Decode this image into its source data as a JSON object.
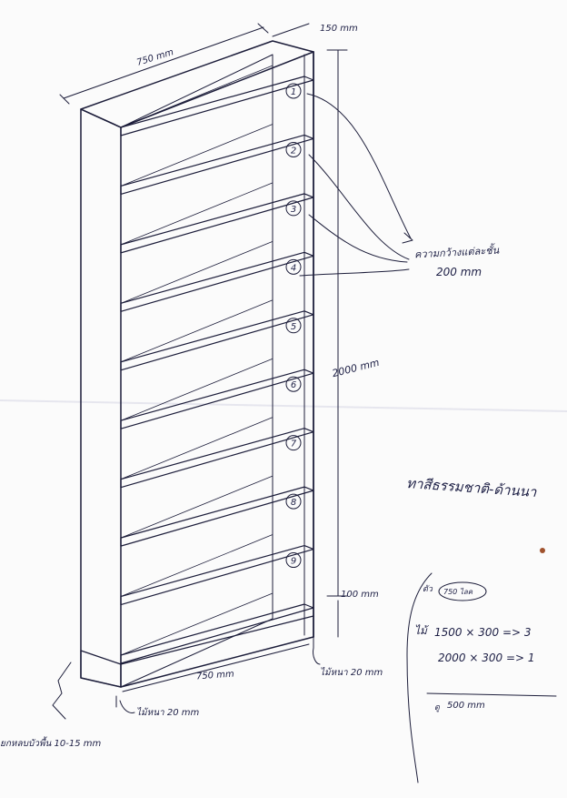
{
  "dims": {
    "top_width": "750 mm",
    "depth": "150 mm",
    "height": "2000 mm",
    "plinth": "100 mm",
    "base_width": "750 mm",
    "side_thickness": "ไม้หนา 20 mm",
    "bottom_thickness": "ไม้หนา 20 mm"
  },
  "shelf_numbers": [
    "1",
    "2",
    "3",
    "4",
    "5",
    "6",
    "7",
    "8",
    "9"
  ],
  "shelf_spacing": {
    "line1": "ความกว้างแต่ละชั้น",
    "line2": "200 mm"
  },
  "color_note": "ทาสีธรรมชาติ-ด้านนา",
  "plinth_note": "ยกหลบบัวพื้น 10-15 mm",
  "materials": {
    "header_prefix": "ตัว",
    "header_circled": "750 ไลค",
    "row1": "1500 × 300 => 3",
    "row1_prefix": "ไม้",
    "row2": "2000 × 300 => 1",
    "footer": "500 mm",
    "footer_prefix": "ดู"
  }
}
